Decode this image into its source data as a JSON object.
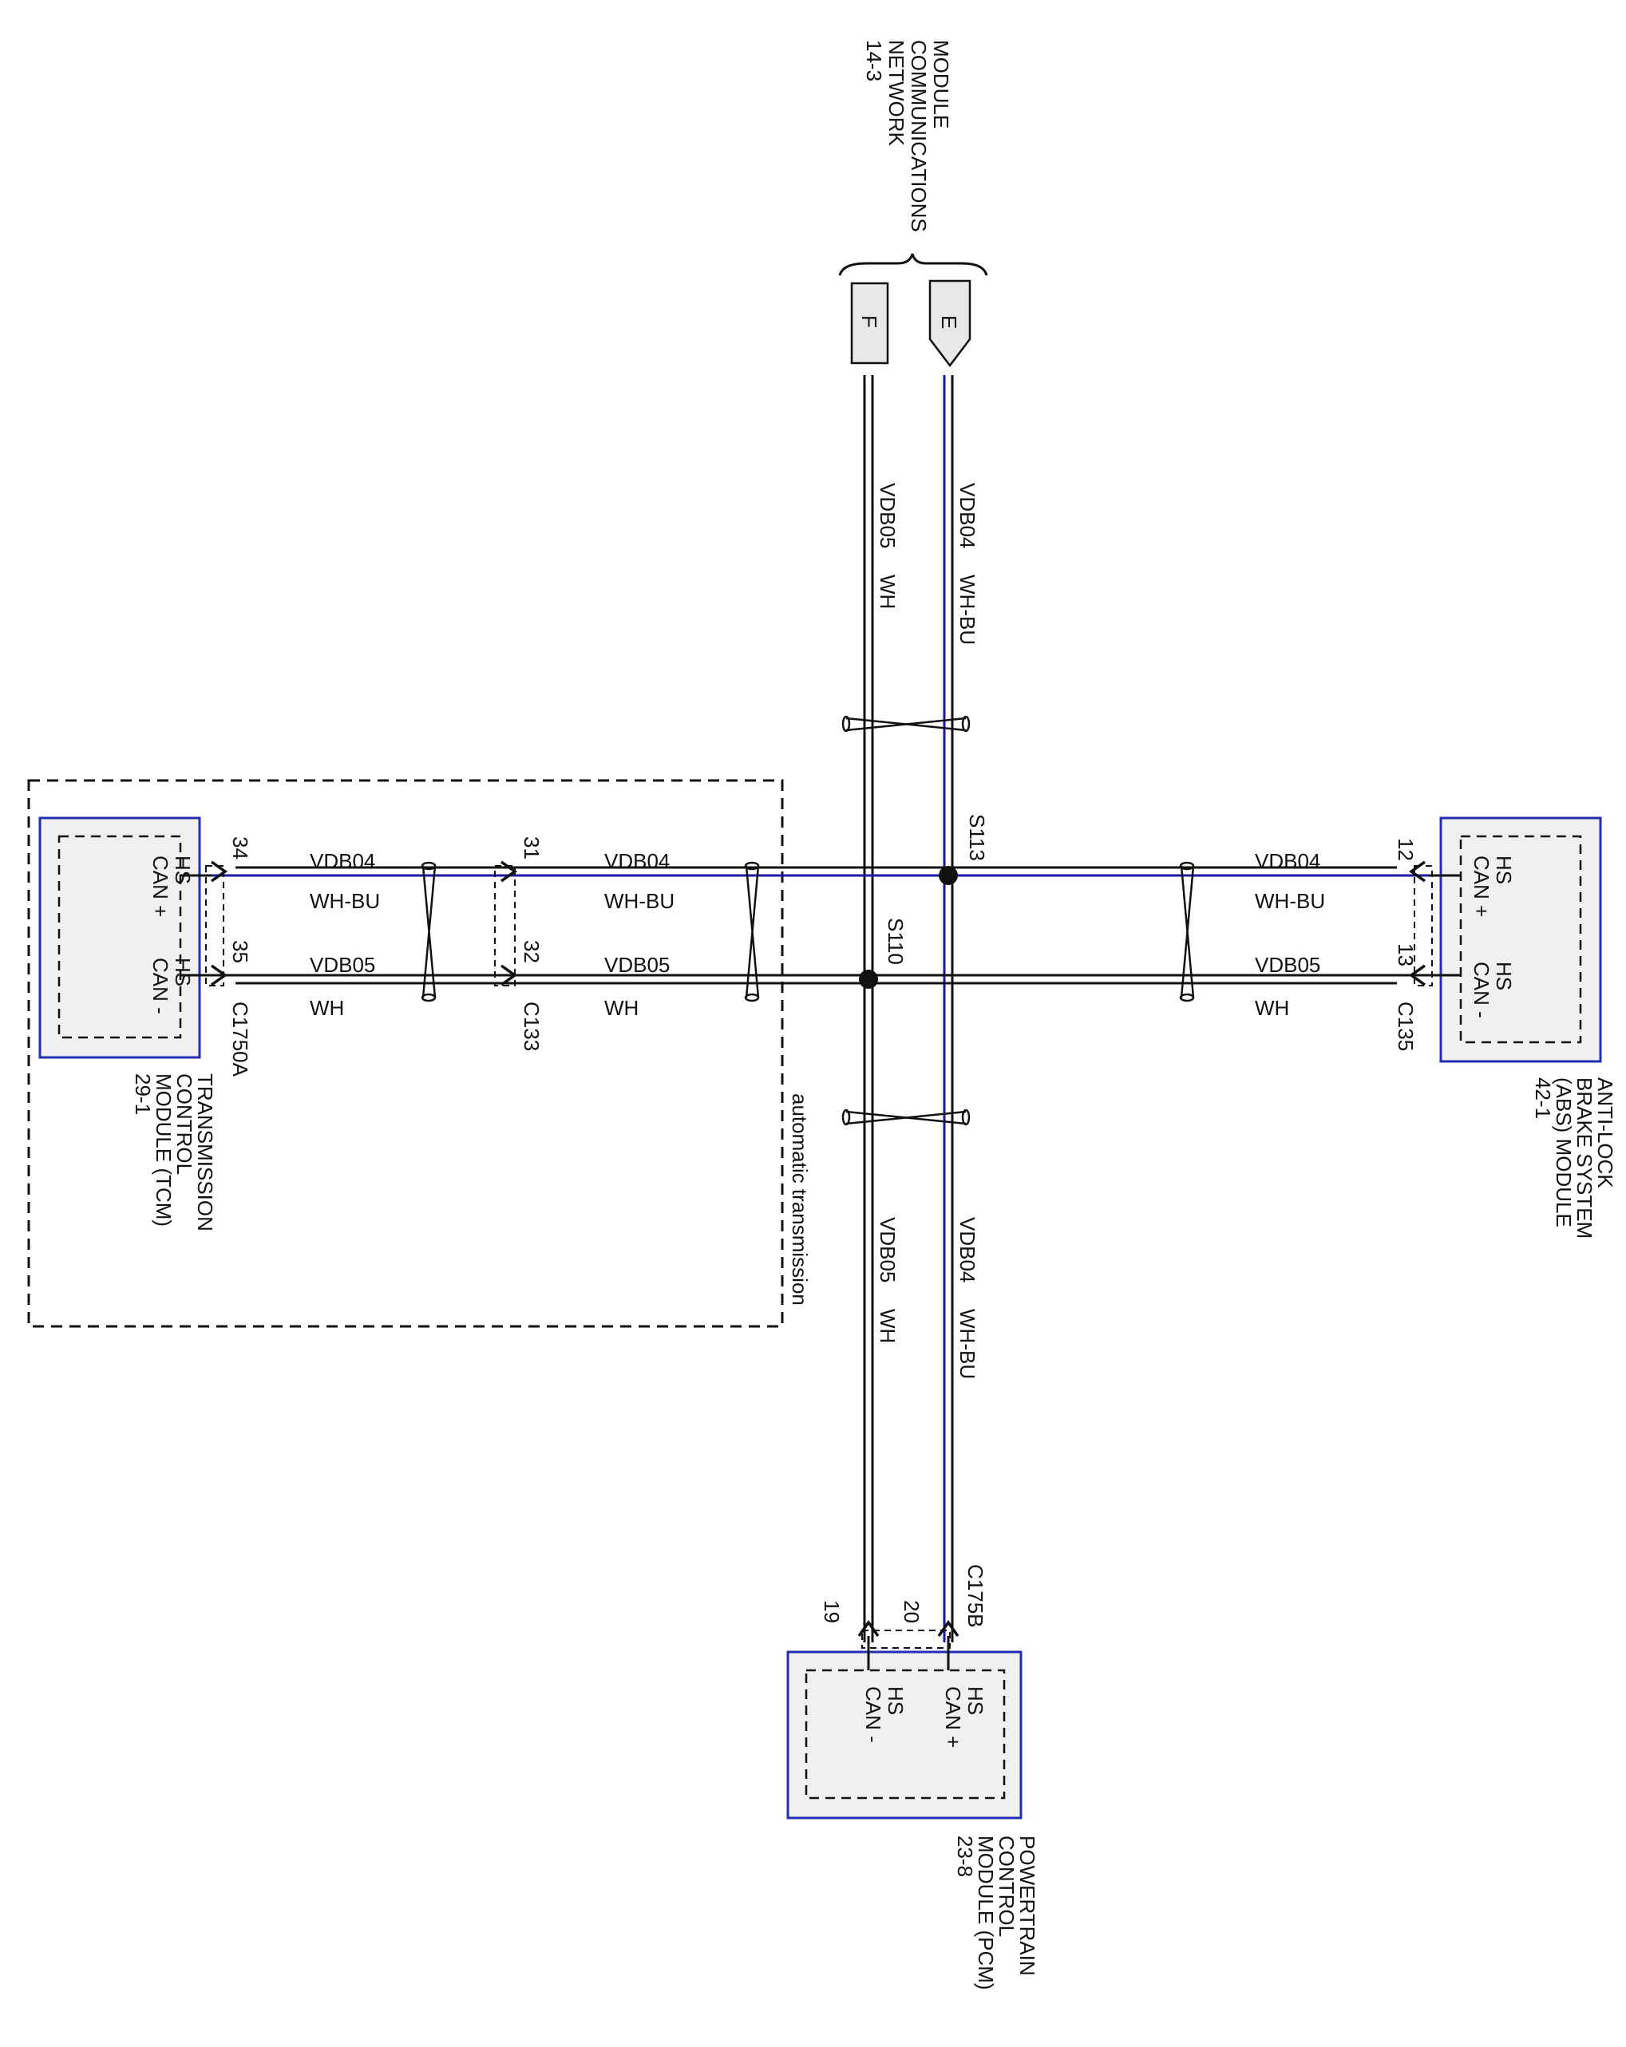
{
  "diagram": {
    "network_ref": {
      "line1": "MODULE",
      "line2": "COMMUNICATIONS",
      "line3": "NETWORK",
      "page": "14-3",
      "connector_e": "E",
      "connector_f": "F"
    },
    "vertical_top": {
      "vdb04": "VDB04",
      "vdb04_color": "WH-BU",
      "vdb05": "VDB05",
      "vdb05_color": "WH"
    },
    "vertical_bottom": {
      "vdb04": "VDB04",
      "vdb04_color": "WH-BU",
      "vdb05": "VDB05",
      "vdb05_color": "WH"
    },
    "splices": {
      "s113": "S113",
      "s110": "S110"
    },
    "tcm": {
      "pin_can_plus": "34",
      "pin_can_minus": "35",
      "connector": "C1750A",
      "hs1": "HS",
      "can_plus": "CAN +",
      "hs2": "HS",
      "can_minus": "CAN -",
      "name1": "TRANSMISSION",
      "name2": "CONTROL",
      "name3": "MODULE (TCM)",
      "page": "29-1"
    },
    "tcm_wires": {
      "vdb04": "VDB04",
      "vdb04_color": "WH-BU",
      "vdb05": "VDB05",
      "vdb05_color": "WH"
    },
    "c133": {
      "pin_a": "31",
      "pin_b": "32",
      "connector": "C133"
    },
    "mid_wires": {
      "vdb04": "VDB04",
      "vdb04_color": "WH-BU",
      "vdb05": "VDB05",
      "vdb05_color": "WH"
    },
    "auto_trans_label": "automatic transmission",
    "abs": {
      "pin_can_plus": "12",
      "pin_can_minus": "13",
      "connector": "C135",
      "hs1": "HS",
      "can_plus": "CAN +",
      "hs2": "HS",
      "can_minus": "CAN -",
      "name1": "ANTI-LOCK",
      "name2": "BRAKE SYSTEM",
      "name3": "(ABS) MODULE",
      "page": "42-1"
    },
    "abs_wires": {
      "vdb04": "VDB04",
      "vdb04_color": "WH-BU",
      "vdb05": "VDB05",
      "vdb05_color": "WH"
    },
    "pcm": {
      "connector": "C175B",
      "pin_can_plus": "20",
      "pin_can_minus": "19",
      "hs1": "HS",
      "can_plus": "CAN +",
      "hs2": "HS",
      "can_minus": "CAN -",
      "name1": "POWERTRAIN",
      "name2": "CONTROL",
      "name3": "MODULE (PCM)",
      "page": "23-8"
    },
    "colors": {
      "can_high_wire": "#1a1aaa",
      "can_low_wire": "#111111",
      "module_border": "#1f2fb0",
      "module_fill": "#f0f0f0"
    }
  }
}
